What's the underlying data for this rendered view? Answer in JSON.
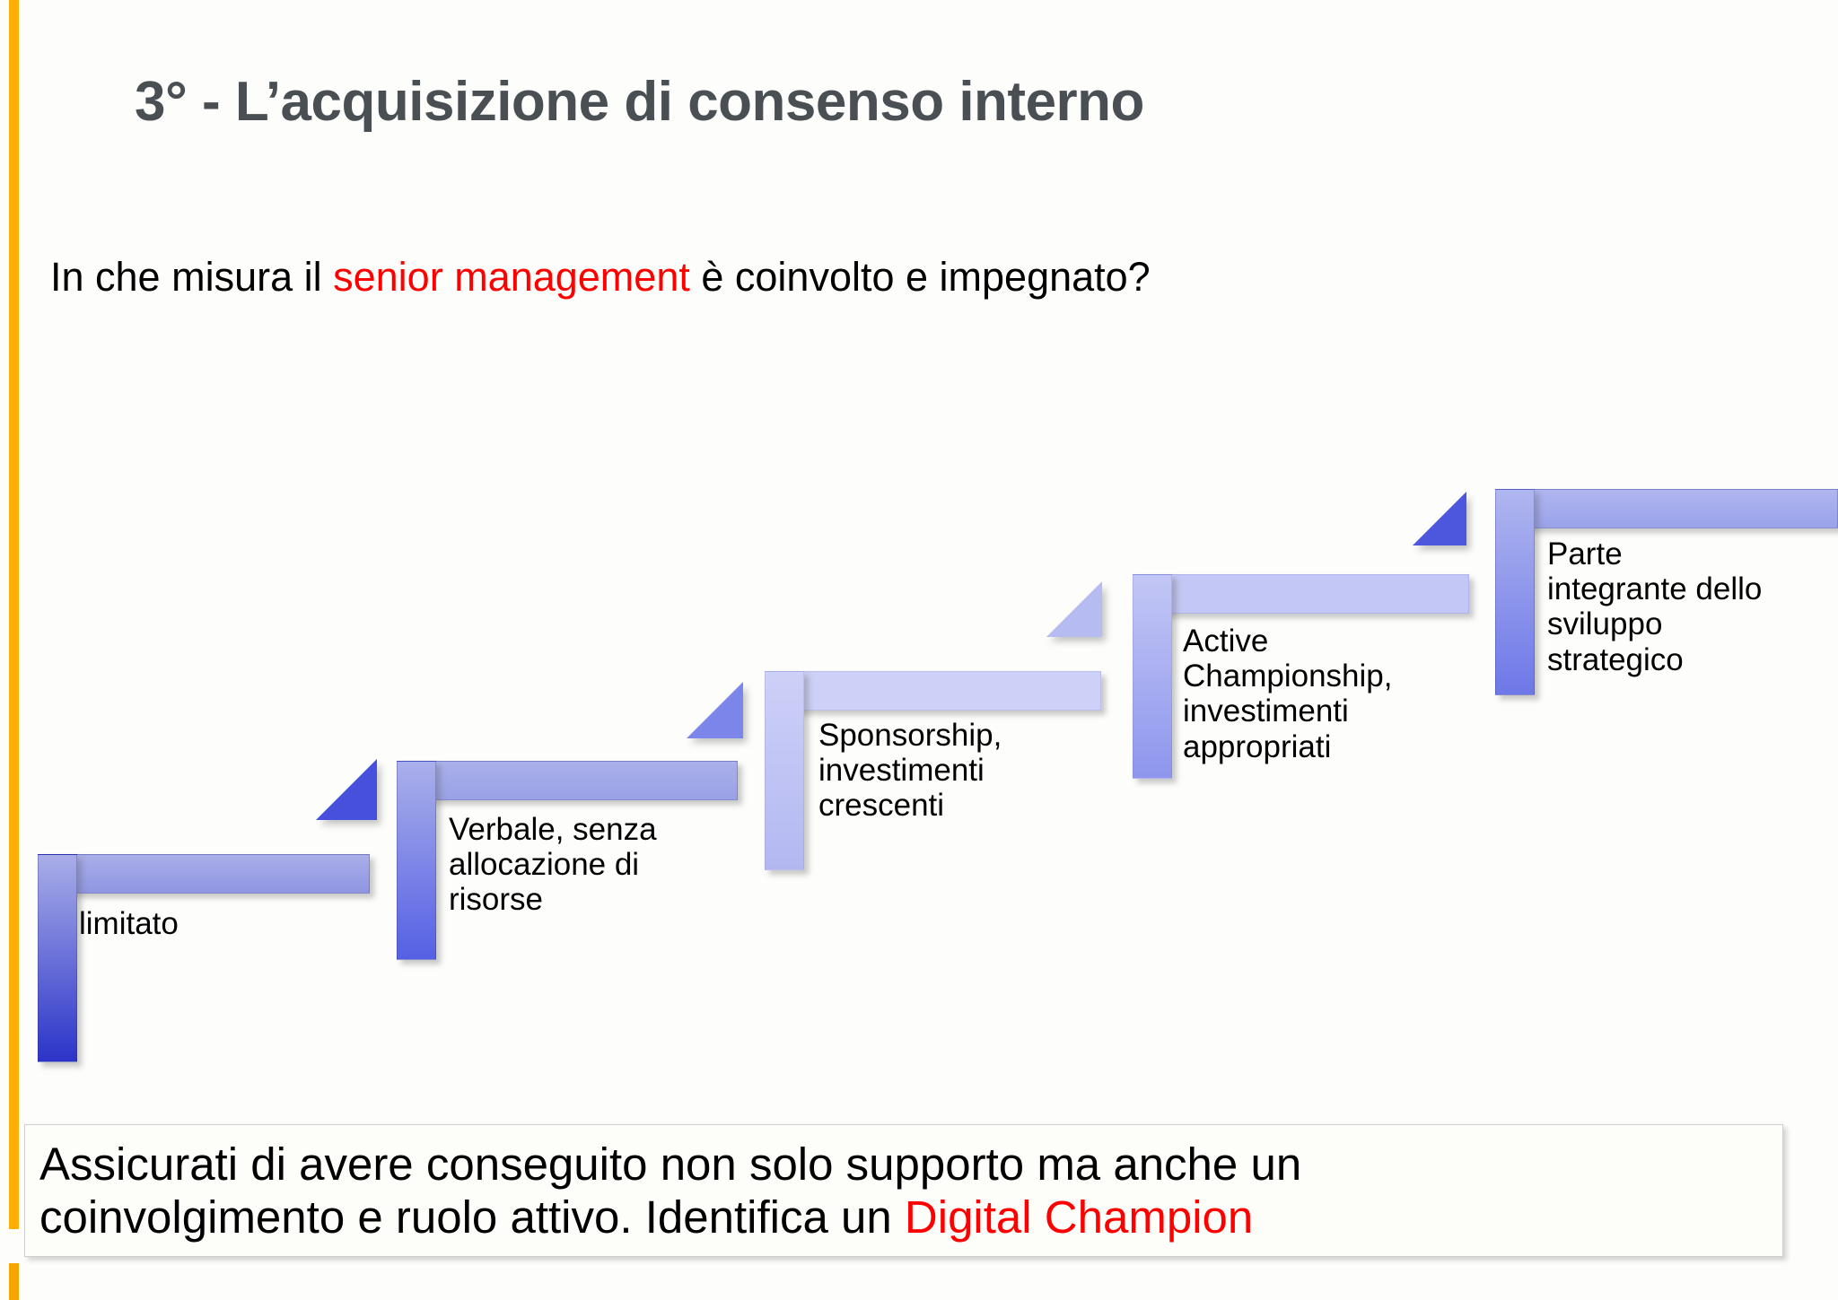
{
  "slide": {
    "title": "3° - L’acquisizione di consenso interno",
    "accent_color": "#FDAF07",
    "highlight_color": "#FF0000",
    "title_color": "#4a4f54"
  },
  "question": {
    "before": "In che misura il ",
    "highlight": "senior management",
    "after": " è coinvolto e impegnato?"
  },
  "staircase": {
    "steps": [
      {
        "label": "limitato",
        "color_top": "#a9aee8",
        "color_bottom": "#2b34c8",
        "tri_color": "#3a43d6"
      },
      {
        "label": "Verbale, senza\nallocazione di\nrisorse",
        "color_top": "#aab0ea",
        "color_bottom": "#5560e4",
        "tri_color": "#4650dd"
      },
      {
        "label": "Sponsorship,\ninvestimenti\ncrescenti",
        "color_top": "#cdd0f7",
        "color_bottom": "#b3b8f1",
        "tri_color": "#7c85ea"
      },
      {
        "label": "Active\nChampionship,\ninvestimenti\nappropriati",
        "color_top": "#c3c7f5",
        "color_bottom": "#8e96ed",
        "tri_color": "#b6bbf2"
      },
      {
        "label": "Parte\nintegrante dello\nsviluppo\nstrategico",
        "color_top": "#b0b6ef",
        "color_bottom": "#6d78e8",
        "tri_color": "#4c57de"
      }
    ]
  },
  "caption": {
    "line1": "Assicurati di avere conseguito non solo supporto ma anche  un",
    "line2_before": "coinvolgimento e  ruolo attivo. Identifica un ",
    "line2_highlight": "Digital Champion"
  }
}
